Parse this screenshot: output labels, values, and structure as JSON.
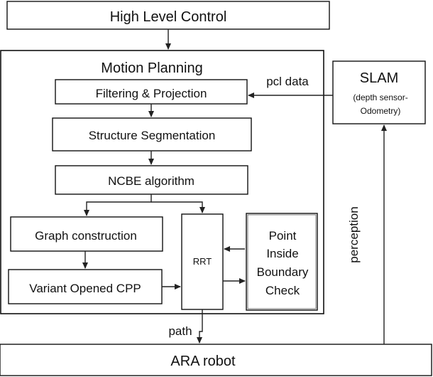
{
  "nodes": {
    "high_level_control": "High Level Control",
    "motion_planning": "Motion Planning",
    "filtering_projection": "Filtering & Projection",
    "structure_segmentation": "Structure Segmentation",
    "ncbe_algorithm": "NCBE algorithm",
    "graph_construction": "Graph construction",
    "variant_opened_cpp": "Variant Opened CPP",
    "rrt": "RRT",
    "point_inside_boundary_check": {
      "line1": "Point",
      "line2": "Inside",
      "line3": "Boundary",
      "line4": "Check"
    },
    "slam": {
      "title": "SLAM",
      "sub1": "(depth sensor-",
      "sub2": "Odometry)"
    },
    "ara_robot": "ARA robot"
  },
  "edges": {
    "pcl_data": "pcl data",
    "perception": "perception",
    "path": "path"
  },
  "colors": {
    "line": "#111111",
    "background": "#ffffff"
  }
}
